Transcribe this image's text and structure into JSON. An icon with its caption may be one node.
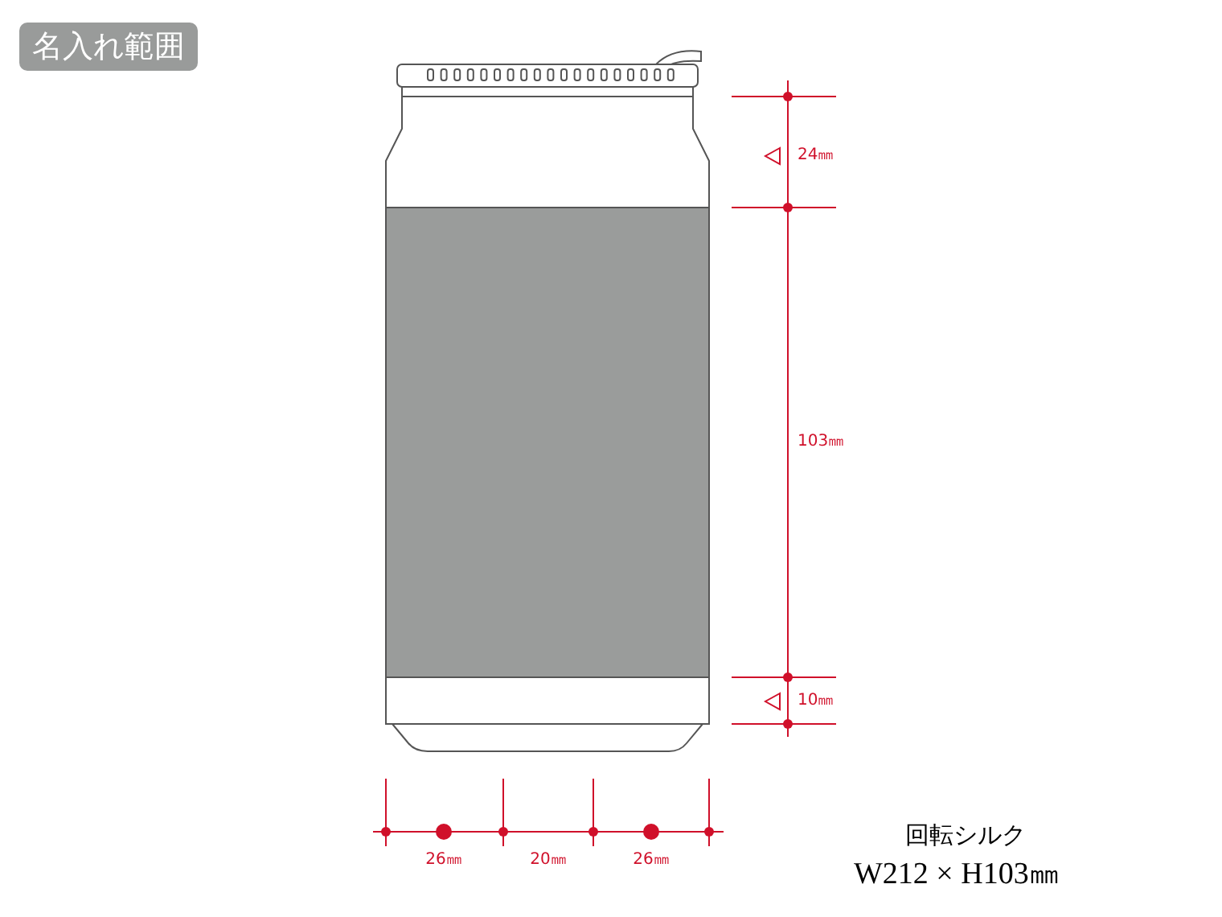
{
  "diagram": {
    "title": "名入れ範囲",
    "labels": [
      "24㎜",
      "103㎜",
      "10㎜",
      "26㎜",
      "20㎜",
      "26㎜",
      "回転シルク",
      "W212 × H103㎜"
    ]
  }
}
